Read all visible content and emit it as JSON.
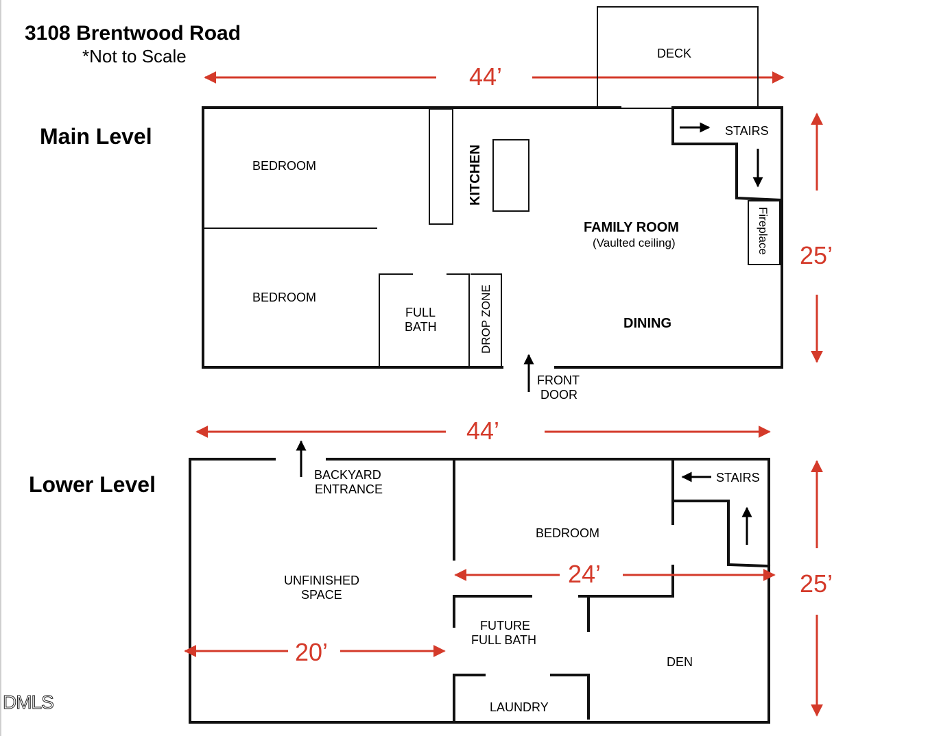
{
  "header": {
    "address": "3108 Brentwood Road",
    "scale_note": "*Not to Scale"
  },
  "main_level": {
    "title": "Main Level",
    "dimension_width": "44’",
    "dimension_depth": "25’",
    "rooms": {
      "deck": "DECK",
      "bedroom_top": "BEDROOM",
      "bedroom_bottom": "BEDROOM",
      "kitchen": "KITCHEN",
      "stairs": "STAIRS",
      "family_room": "FAMILY ROOM",
      "family_room_note": "(Vaulted ceiling)",
      "fireplace": "Fireplace",
      "full_bath_line1": "FULL",
      "full_bath_line2": "BATH",
      "drop_zone": "DROP ZONE",
      "dining": "DINING",
      "front_door_line1": "FRONT",
      "front_door_line2": "DOOR"
    }
  },
  "lower_level": {
    "title": "Lower Level",
    "dimension_width": "44’",
    "dimension_depth": "25’",
    "dimension_bedroom": "24’",
    "dimension_unfinished": "20’",
    "rooms": {
      "backyard_line1": "BACKYARD",
      "backyard_line2": "ENTRANCE",
      "stairs": "STAIRS",
      "bedroom": "BEDROOM",
      "unfinished_line1": "UNFINISHED",
      "unfinished_line2": "SPACE",
      "future_bath_line1": "FUTURE",
      "future_bath_line2": "FULL BATH",
      "den": "DEN",
      "laundry": "LAUNDRY"
    }
  },
  "watermark": "DMLS",
  "colors": {
    "dimension": "#d43a2a",
    "wall": "#111111",
    "background": "#ffffff"
  }
}
